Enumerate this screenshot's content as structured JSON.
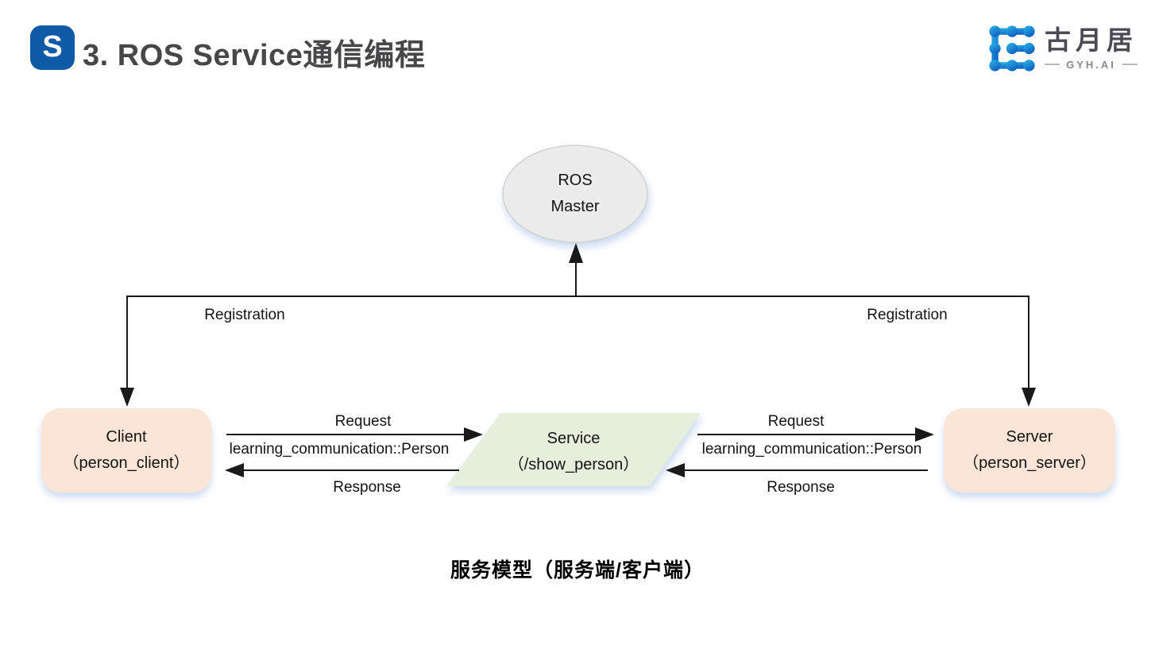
{
  "header": {
    "title": "3. ROS Service通信编程",
    "title_icon_glyph": "S",
    "brand": {
      "name": "古月居",
      "sub": "GYH.AI"
    }
  },
  "diagram": {
    "master": {
      "line1": "ROS",
      "line2": "Master"
    },
    "client": {
      "line1": "Client",
      "line2": "（person_client）"
    },
    "server": {
      "line1": "Server",
      "line2": "（person_server）"
    },
    "service": {
      "line1": "Service",
      "line2": "（/show_person）"
    },
    "labels": {
      "registration_left": "Registration",
      "registration_right": "Registration",
      "request_left": "Request",
      "response_left": "Response",
      "person_left": "learning_communication::Person",
      "request_right": "Request",
      "response_right": "Response",
      "person_right": "learning_communication::Person"
    },
    "colors": {
      "client_server_fill": "#fbe5d6",
      "service_fill": "#e5efdc",
      "master_fill": "#ececec",
      "line": "#1a1a1a",
      "title": "#474749",
      "icon_blue": "#0e5aa7",
      "brand_cyan": "#2bb8e6",
      "brand_blue": "#1161c4"
    }
  },
  "caption": "服务模型（服务端/客户端）"
}
